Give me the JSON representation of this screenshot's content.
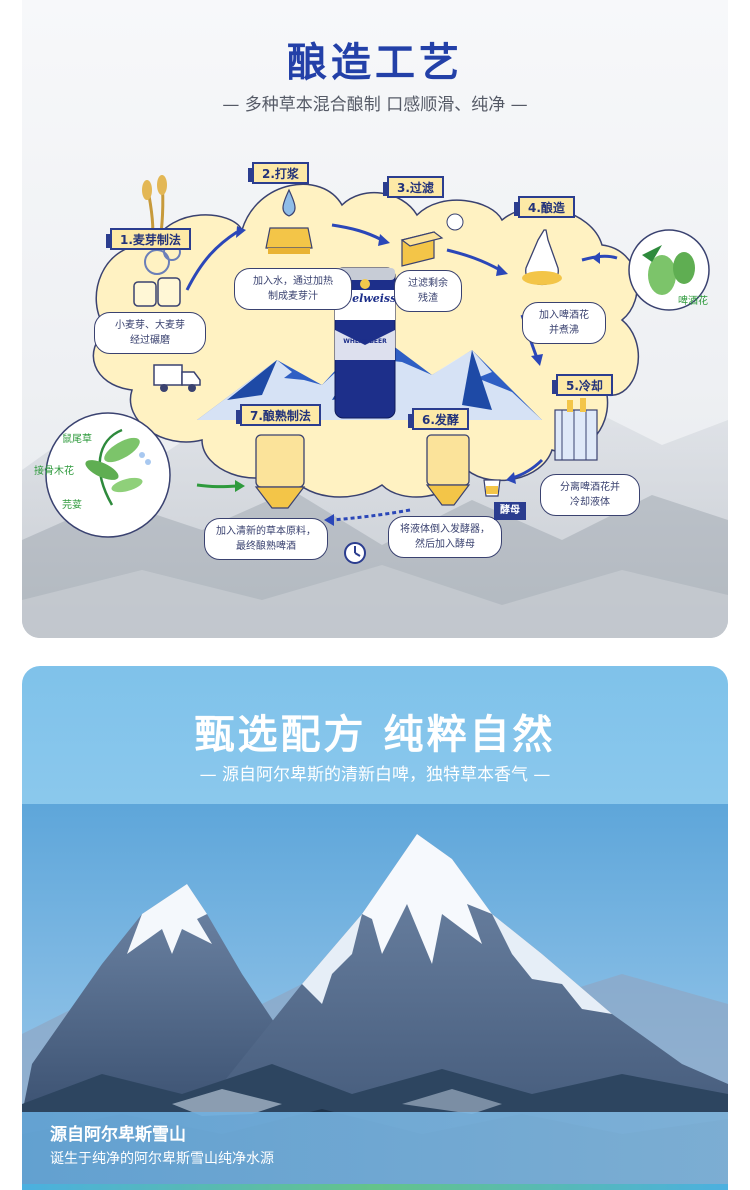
{
  "section1": {
    "title": "酿造工艺",
    "subtitle": "— 多种草本混合酿制 口感顺滑、纯净 —",
    "can": {
      "brand": "Edelweiss",
      "label": "WHEAT BEER"
    },
    "steps": [
      {
        "tag": "1.麦芽制法",
        "note": "小麦芽、大麦芽\n经过碾磨"
      },
      {
        "tag": "2.打浆",
        "note": "加入水，通过加热\n制成麦芽汁"
      },
      {
        "tag": "3.过滤",
        "note": "过滤剩余\n残渣"
      },
      {
        "tag": "4.酿造",
        "note": "加入啤酒花\n并煮沸"
      },
      {
        "tag": "5.冷却",
        "note": "分离啤酒花并\n冷却液体"
      },
      {
        "tag": "6.发酵",
        "note": "将液体倒入发酵器，\n然后加入酵母"
      },
      {
        "tag": "7.酿熟制法",
        "note": "加入清新的草本原料，\n最终酿熟啤酒"
      }
    ],
    "hops_label": "啤酒花",
    "yeast_label": "酵母",
    "herbs": [
      "鼠尾草",
      "接骨木花",
      "芫荽"
    ]
  },
  "section2": {
    "title": "甄选配方 纯粹自然",
    "subtitle": "— 源自阿尔卑斯的清新白啤，独特草本香气 —",
    "caption_title": "源自阿尔卑斯雪山",
    "caption_sub": "诞生于纯净的阿尔卑斯雪山纯净水源"
  },
  "colors": {
    "brand_blue": "#2340a8",
    "accent_yellow": "#fde9a6",
    "sky_blue": "#7fc2ea",
    "herb_green": "#2e9a3c"
  }
}
